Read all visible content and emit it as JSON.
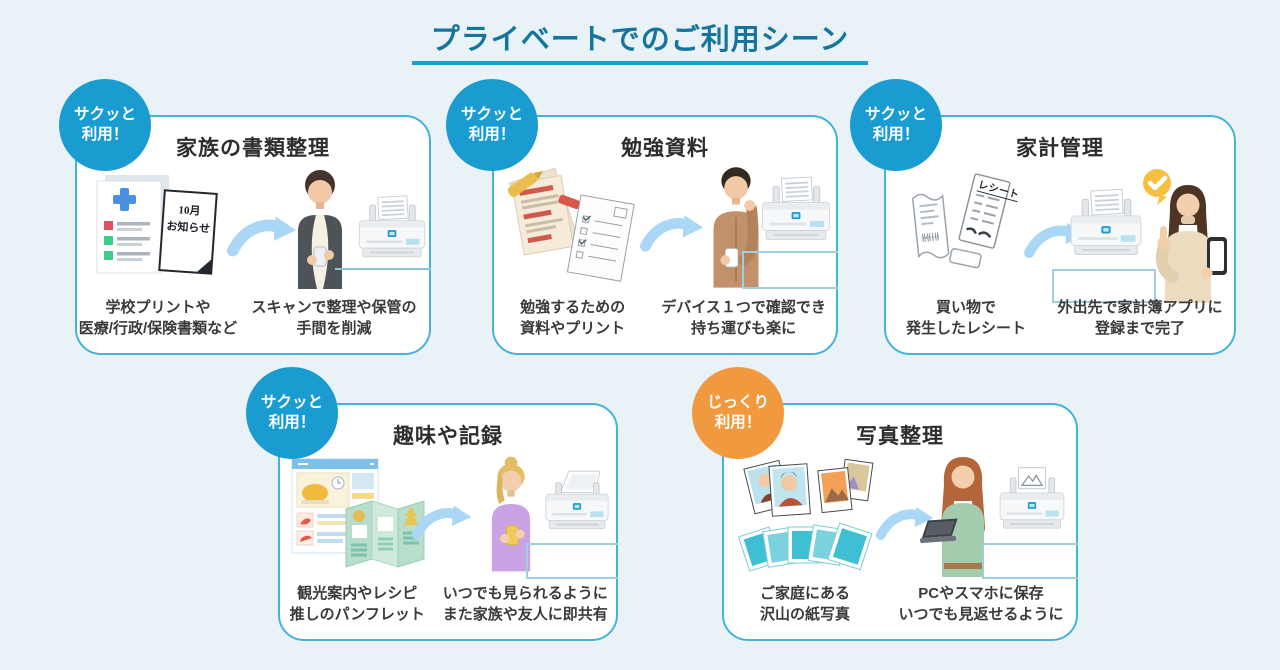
{
  "page": {
    "title": "プライベートでのご利用シーン"
  },
  "cards": [
    {
      "badge": "サクッと\n利用！",
      "badge_color": "#1b9cd1",
      "title": "家族の書類整理",
      "left_caption": "学校プリントや\n医療/行政/保険書類など",
      "right_caption": "スキャンで整理や保管の\n手間を削減",
      "illustration": {
        "notice_paper_label": "10月\nお知らせ"
      }
    },
    {
      "badge": "サクッと\n利用！",
      "badge_color": "#1b9cd1",
      "title": "勉強資料",
      "left_caption": "勉強するための\n資料やプリント",
      "right_caption": "デバイス１つで確認でき\n持ち運びも楽に"
    },
    {
      "badge": "サクッと\n利用！",
      "badge_color": "#1b9cd1",
      "title": "家計管理",
      "left_caption": "買い物で\n発生したレシート",
      "right_caption": "外出先で家計簿アプリに\n登録まで完了",
      "illustration": {
        "receipt_label": "レシート"
      }
    },
    {
      "badge": "サクッと\n利用！",
      "badge_color": "#1b9cd1",
      "title": "趣味や記録",
      "left_caption": "観光案内やレシピ\n推しのパンフレット",
      "right_caption": "いつでも見られるように\nまた家族や友人に即共有"
    },
    {
      "badge": "じっくり\n利用！",
      "badge_color": "#f0993f",
      "title": "写真整理",
      "left_caption": "ご家庭にある\n沢山の紙写真",
      "right_caption": "PCやスマホに保存\nいつでも見返せるように"
    }
  ],
  "colors": {
    "background": "#e9f2f7",
    "card_border": "#45b2da",
    "title_text": "#15759d",
    "title_underline": "#1e9cd6",
    "badge_blue": "#1b9cd1",
    "badge_orange": "#f0993f",
    "arrow": "#a9d7f5",
    "body_text": "#3a3a3a"
  }
}
